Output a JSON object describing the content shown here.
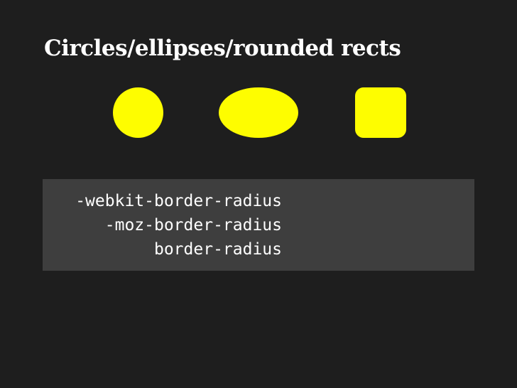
{
  "slide": {
    "title": "Circles/ellipses/rounded rects",
    "shape_color": "#fefd00",
    "background_color": "#1e1e1e",
    "code_box_color": "#3e3e3e"
  },
  "shapes": {
    "items": [
      {
        "name": "circle"
      },
      {
        "name": "ellipse"
      },
      {
        "name": "rounded-rect"
      }
    ]
  },
  "code": {
    "lines": [
      "-webkit-border-radius",
      "-moz-border-radius",
      "border-radius"
    ]
  }
}
